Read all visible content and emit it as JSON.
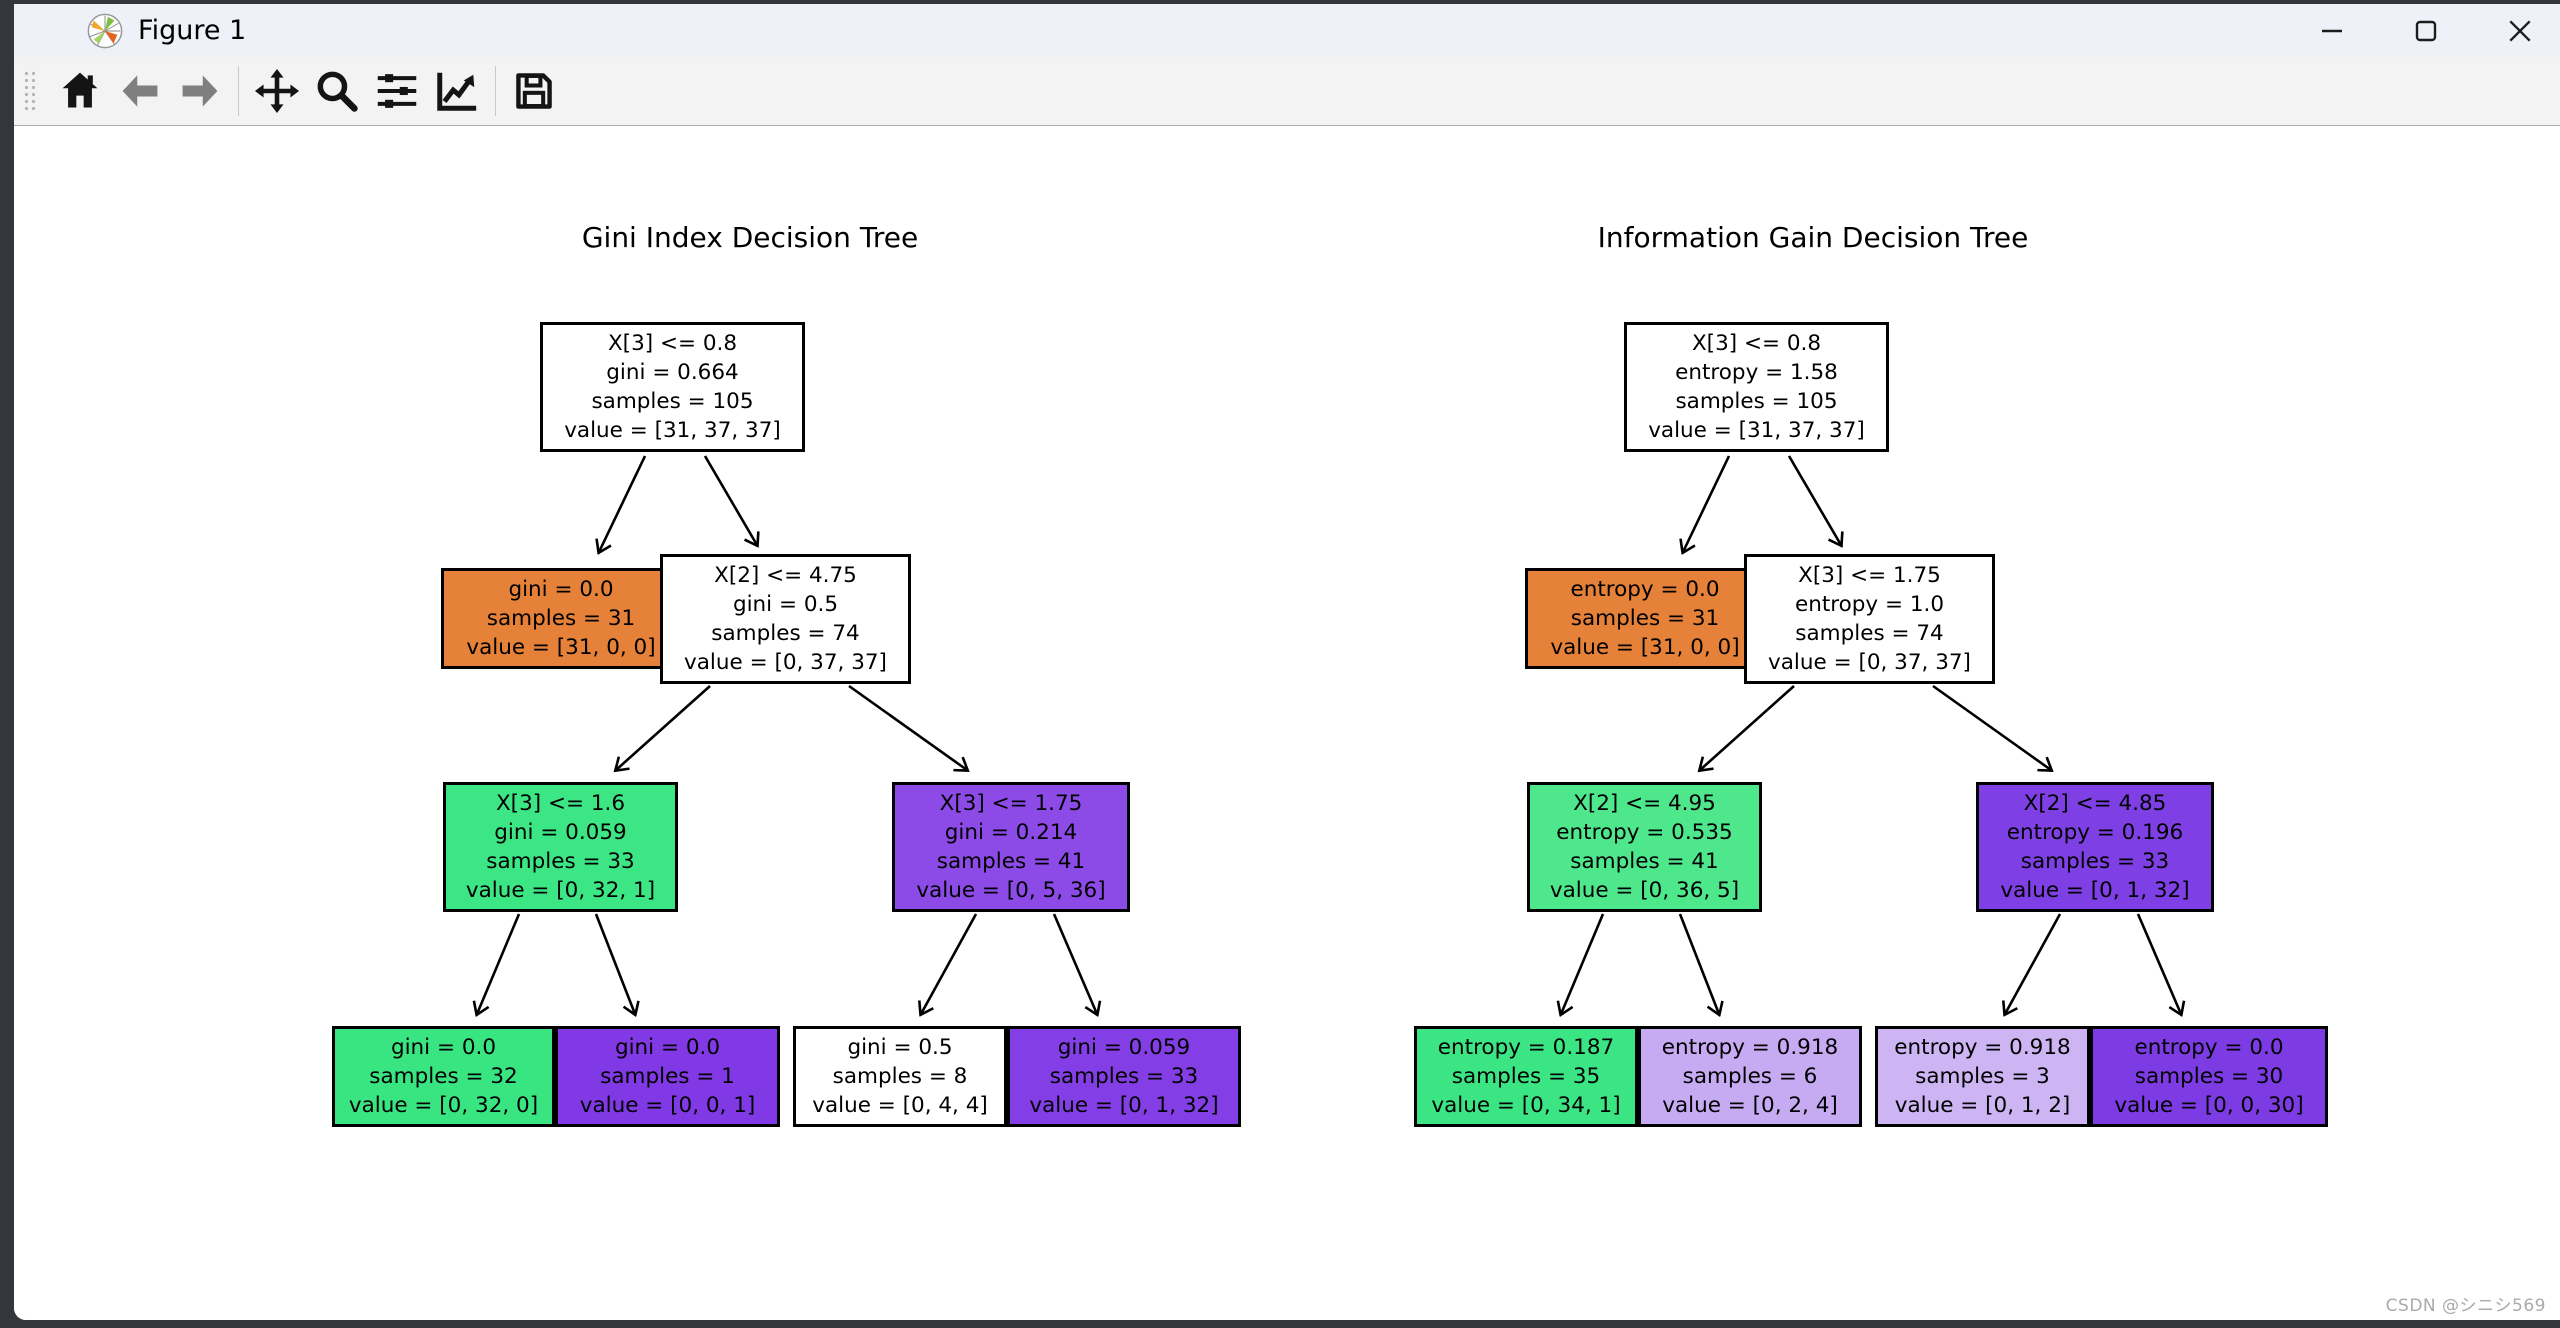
{
  "window": {
    "title": "Figure 1",
    "logo_icon": "matplotlib-logo",
    "control_icons": [
      "minimize-icon",
      "maximize-icon",
      "close-icon"
    ]
  },
  "toolbar": {
    "icons": [
      "home-icon",
      "back-icon",
      "forward-icon",
      "pan-icon",
      "zoom-to-rect-icon",
      "configure-subplots-icon",
      "edit-axis-icon",
      "save-icon"
    ]
  },
  "colors": {
    "class0_orange": "#e58139",
    "class1_green": "#39e581",
    "class2_purple": "#8139e5",
    "titlebar_bg": "#eff1f8",
    "toolbar_bg": "#f3f3f3",
    "frame_dark": "#33373c"
  },
  "figure": {
    "watermark": "CSDN @シニシ569",
    "trees": [
      {
        "title": "Gini Index Decision Tree",
        "nodes": {
          "root": {
            "lines": [
              "X[3] <= 0.8",
              "gini = 0.664",
              "samples = 105",
              "value = [31, 37, 37]"
            ],
            "fill": "#ffffff"
          },
          "l1l": {
            "lines": [
              "gini = 0.0",
              "samples = 31",
              "value = [31, 0, 0]"
            ],
            "fill": "#e58139"
          },
          "l1r": {
            "lines": [
              "X[2] <= 4.75",
              "gini = 0.5",
              "samples = 74",
              "value = [0, 37, 37]"
            ],
            "fill": "#ffffff"
          },
          "l2l": {
            "lines": [
              "X[3] <= 1.6",
              "gini = 0.059",
              "samples = 33",
              "value = [0, 32, 1]"
            ],
            "fill": "#3de684"
          },
          "l2r": {
            "lines": [
              "X[3] <= 1.75",
              "gini = 0.214",
              "samples = 41",
              "value = [0, 5, 36]"
            ],
            "fill": "#8c4be7"
          },
          "leaf1": {
            "lines": [
              "gini = 0.0",
              "samples = 32",
              "value = [0, 32, 0]"
            ],
            "fill": "#39e581"
          },
          "leaf2": {
            "lines": [
              "gini = 0.0",
              "samples = 1",
              "value = [0, 0, 1]"
            ],
            "fill": "#8139e5"
          },
          "leaf3": {
            "lines": [
              "gini = 0.5",
              "samples = 8",
              "value = [0, 4, 4]"
            ],
            "fill": "#ffffff"
          },
          "leaf4": {
            "lines": [
              "gini = 0.059",
              "samples = 33",
              "value = [0, 1, 32]"
            ],
            "fill": "#843ee6"
          }
        }
      },
      {
        "title": "Information Gain Decision Tree",
        "nodes": {
          "root": {
            "lines": [
              "X[3] <= 0.8",
              "entropy = 1.58",
              "samples = 105",
              "value = [31, 37, 37]"
            ],
            "fill": "#ffffff"
          },
          "l1l": {
            "lines": [
              "entropy = 0.0",
              "samples = 31",
              "value = [31, 0, 0]"
            ],
            "fill": "#e58139"
          },
          "l1r": {
            "lines": [
              "X[3] <= 1.75",
              "entropy = 1.0",
              "samples = 74",
              "value = [0, 37, 37]"
            ],
            "fill": "#ffffff"
          },
          "l2l": {
            "lines": [
              "X[2] <= 4.95",
              "entropy = 0.535",
              "samples = 41",
              "value = [0, 36, 5]"
            ],
            "fill": "#4ee78c"
          },
          "l2r": {
            "lines": [
              "X[2] <= 4.85",
              "entropy = 0.196",
              "samples = 33",
              "value = [0, 1, 32]"
            ],
            "fill": "#7e40e4"
          },
          "leaf1": {
            "lines": [
              "entropy = 0.187",
              "samples = 35",
              "value = [0, 34, 1]"
            ],
            "fill": "#3ce583"
          },
          "leaf2": {
            "lines": [
              "entropy = 0.918",
              "samples = 6",
              "value = [0, 2, 4]"
            ],
            "fill": "#c6aaf2"
          },
          "leaf3": {
            "lines": [
              "entropy = 0.918",
              "samples = 3",
              "value = [0, 1, 2]"
            ],
            "fill": "#cdb5f4"
          },
          "leaf4": {
            "lines": [
              "entropy = 0.0",
              "samples = 30",
              "value = [0, 0, 30]"
            ],
            "fill": "#7d3ce3"
          }
        }
      }
    ]
  }
}
